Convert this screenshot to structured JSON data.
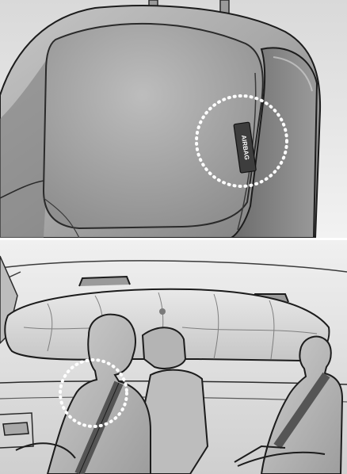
{
  "figures": {
    "seat": {
      "airbag_tag_text": "AIRBAG"
    },
    "cabin": {}
  },
  "colors": {
    "seat_fill": "#8e8e8e",
    "seat_dark": "#5f5f5f",
    "seat_light": "#b4b4b4",
    "background_light": "#e9e9e9",
    "outline": "#1c1c1c",
    "highlight_circle": "#ffffff"
  },
  "icons": [
    "airbag-location-marker",
    "airbag-deployment-marker"
  ]
}
